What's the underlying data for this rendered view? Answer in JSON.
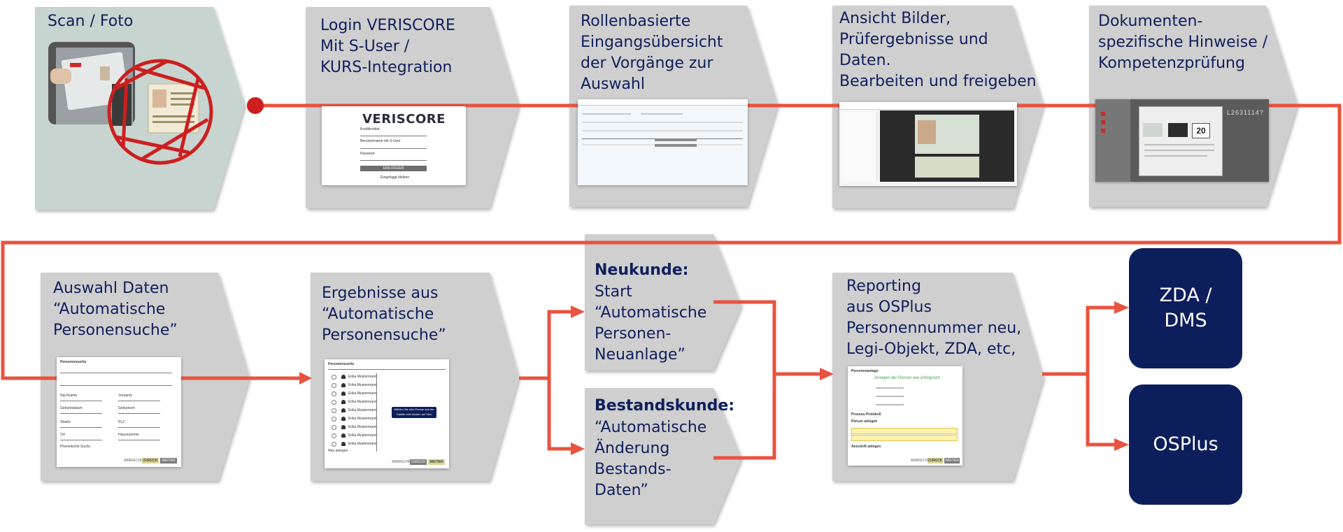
{
  "steps": {
    "scan": {
      "label": "Scan / Foto"
    },
    "login": {
      "label": "Login VERISCORE\nMit S-User /\nKURS-Integration"
    },
    "overview": {
      "label": "Rollenbasierte\nEingangsübersicht\nder Vorgänge zur\nAuswahl"
    },
    "review": {
      "label": "Ansicht Bilder,\nPrüfergebnisse und\nDaten.\nBearbeiten und freigeben"
    },
    "competence": {
      "label": "Dokumenten-\nspezifische Hinweise /\nKompetenzprüfung"
    },
    "select_data": {
      "label": "Auswahl Daten\n“Automatische\nPersonensuche”"
    },
    "search_results": {
      "label": "Ergebnisse aus\n“Automatische\nPersonensuche”"
    },
    "new_customer": {
      "title": "Neukunde:",
      "label": "Start\n“Automatische\nPersonen-\nNeuanlage”"
    },
    "existing_customer": {
      "title": "Bestandskunde:",
      "label": "“Automatische\nÄnderung\nBestands-\nDaten”"
    },
    "reporting": {
      "label": "Reporting\naus OSPlus\nPersonennummer neu,\nLegi-Objekt, ZDA, etc,"
    }
  },
  "targets": {
    "zda_dms": {
      "label": "ZDA /\nDMS"
    },
    "osplus": {
      "label": "OSPlus"
    }
  },
  "thumbnails": {
    "login": {
      "logo": "VERISCORE",
      "fields": [
        "Kreditinstitut",
        "Benutzername mit S-User",
        "Passwort"
      ],
      "button": "EINLOGGEN",
      "checkbox": "Eingeloggt bleiben"
    },
    "select_data": {
      "title": "Personensuche",
      "fields": [
        "Nachname",
        "Vorname",
        "Geburtsdatum",
        "Geburtsort",
        "Straße",
        "PLZ",
        "Ort",
        "Hausnummer"
      ],
      "checkbox": "Phonetische Suche",
      "buttons": [
        "ABBRECHEN",
        "ZURÜCK",
        "WEITER"
      ]
    },
    "search_results": {
      "title": "Personensuche",
      "row_label": "Erika Mustermann",
      "row_count": 9,
      "checkbox": "Neu anlegen",
      "hint": "Wählen Sie eine Person aus der Tabelle oder klicken auf 'Neu anlegen'",
      "buttons": [
        "ABBRECHEN",
        "ZURÜCK",
        "WEITER"
      ]
    },
    "reporting": {
      "title": "Personenanlage",
      "banner": "Anlegen der Person war erfolgreich",
      "section1": "Prozess-Protokoll",
      "section2": "Person anlegen",
      "section3": "Anschrift anlegen",
      "buttons": [
        "ABBRECHEN",
        "ZURÜCK",
        "WEITER"
      ]
    },
    "competence": {
      "doc_number": "L2631114?",
      "age": "20"
    }
  },
  "colors": {
    "connector": "#e8533f",
    "box_fill": "#cfcfcf",
    "box_fill_scan": "#c8d4d0",
    "text": "#0f1f5c",
    "target_fill": "#0d1e5c",
    "aperture": "#cc1f1f"
  },
  "icons": {
    "scan_device": "document-scanner-photo",
    "aperture": "camera-aperture-icon",
    "start_dot": "start-dot-icon",
    "arrow": "arrow-head-icon"
  }
}
